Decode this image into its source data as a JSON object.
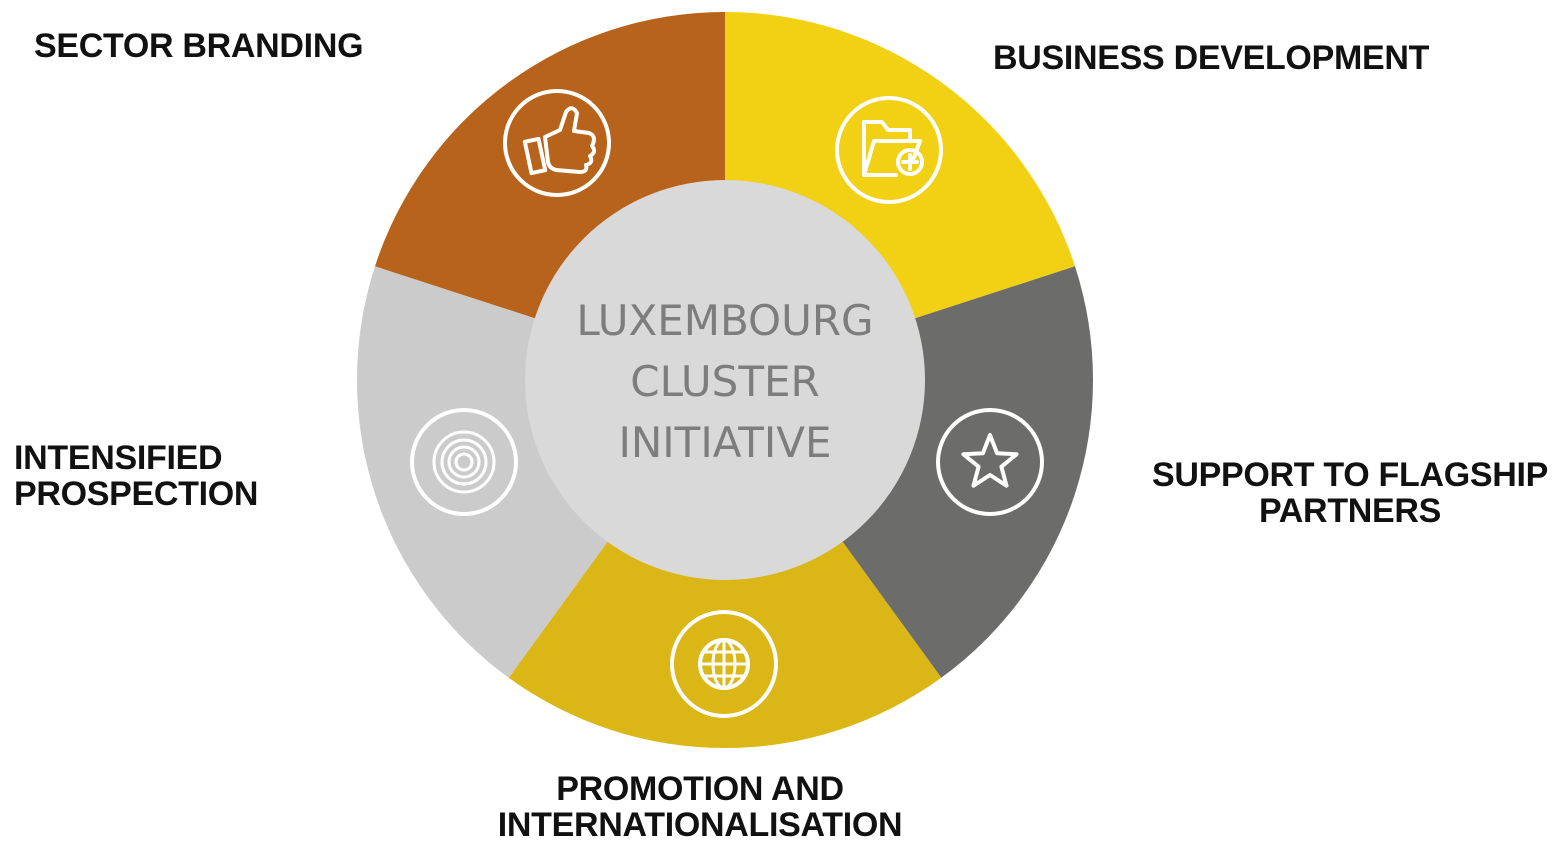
{
  "diagram": {
    "center": {
      "lines": [
        "LUXEMBOURG",
        "CLUSTER",
        "INITIATIVE"
      ]
    },
    "segments": [
      {
        "id": "sector-branding",
        "label_lines": [
          "SECTOR BRANDING"
        ],
        "color": "#b8631b",
        "icon": "thumbs-up-icon"
      },
      {
        "id": "business-development",
        "label_lines": [
          "BUSINESS DEVELOPMENT"
        ],
        "color": "#f2d013",
        "icon": "folder-add-icon"
      },
      {
        "id": "support-flagship",
        "label_lines": [
          "SUPPORT TO FLAGSHIP",
          "PARTNERS"
        ],
        "color": "#6c6c6a",
        "icon": "star-icon"
      },
      {
        "id": "promotion",
        "label_lines": [
          "PROMOTION AND",
          "INTERNATIONALISATION"
        ],
        "color": "#dab716",
        "icon": "globe-icon"
      },
      {
        "id": "intensified-prospection",
        "label_lines": [
          "INTENSIFIED",
          "PROSPECTION"
        ],
        "color": "#cbcbcb",
        "icon": "target-icon"
      }
    ],
    "center_color": "#d9d9d9",
    "center_text_color": "#7d7d7d",
    "icon_stroke_color": "#ffffff"
  }
}
